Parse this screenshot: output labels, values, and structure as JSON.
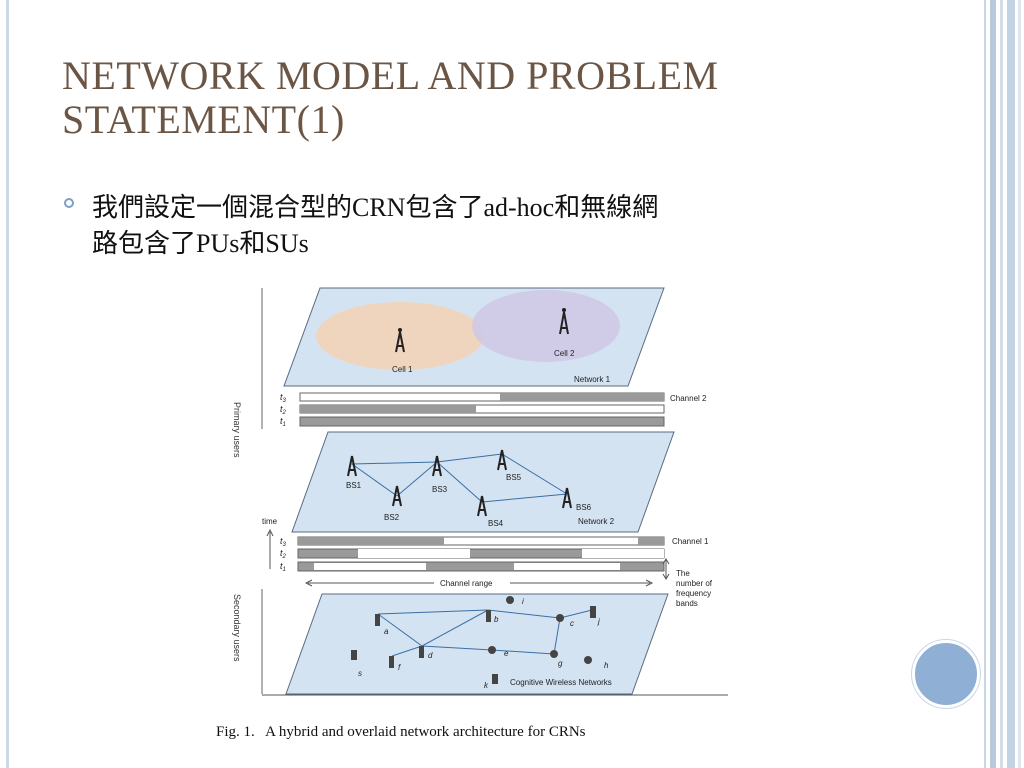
{
  "slide": {
    "title_line1": "NETWORK MODEL AND PROBLEM",
    "title_line2": "STATEMENT(1)",
    "bullet_line1": "我們設定一個混合型的CRN包含了ad-hoc和無線網",
    "bullet_line2": "路包含了PUs和SUs"
  },
  "figure": {
    "caption": "Fig. 1.   A hybrid and overlaid network architecture for CRNs",
    "axis": {
      "primary_users": "Primary users",
      "secondary_users": "Secondary users",
      "time": "time"
    },
    "network1": {
      "label": "Network 1",
      "cell1": "Cell 1",
      "cell2": "Cell 2"
    },
    "network2": {
      "label": "Network 2",
      "bs1": "BS1",
      "bs2": "BS2",
      "bs3": "BS3",
      "bs4": "BS4",
      "bs5": "BS5",
      "bs6": "BS6"
    },
    "channels": {
      "channel2": "Channel 2",
      "channel1": "Channel 1",
      "t3": "t",
      "t2": "t",
      "t1": "t",
      "s3": "3",
      "s2": "2",
      "s1": "1",
      "channel_range": "Channel range",
      "freq_note_1": "The",
      "freq_note_2": "number of",
      "freq_note_3": "frequency",
      "freq_note_4": "bands"
    },
    "secondary": {
      "label": "Cognitive Wireless Networks",
      "nodes": [
        "a",
        "b",
        "c",
        "d",
        "e",
        "f",
        "g",
        "h",
        "i",
        "j",
        "k",
        "s"
      ]
    }
  },
  "colors": {
    "title": "#6b5544",
    "bullet": "#7aa0c7",
    "plane": "#d4e3f2",
    "cell1": "#f2d3b8",
    "cell2": "#cfc9e6",
    "deco": "#8fb0d4"
  }
}
